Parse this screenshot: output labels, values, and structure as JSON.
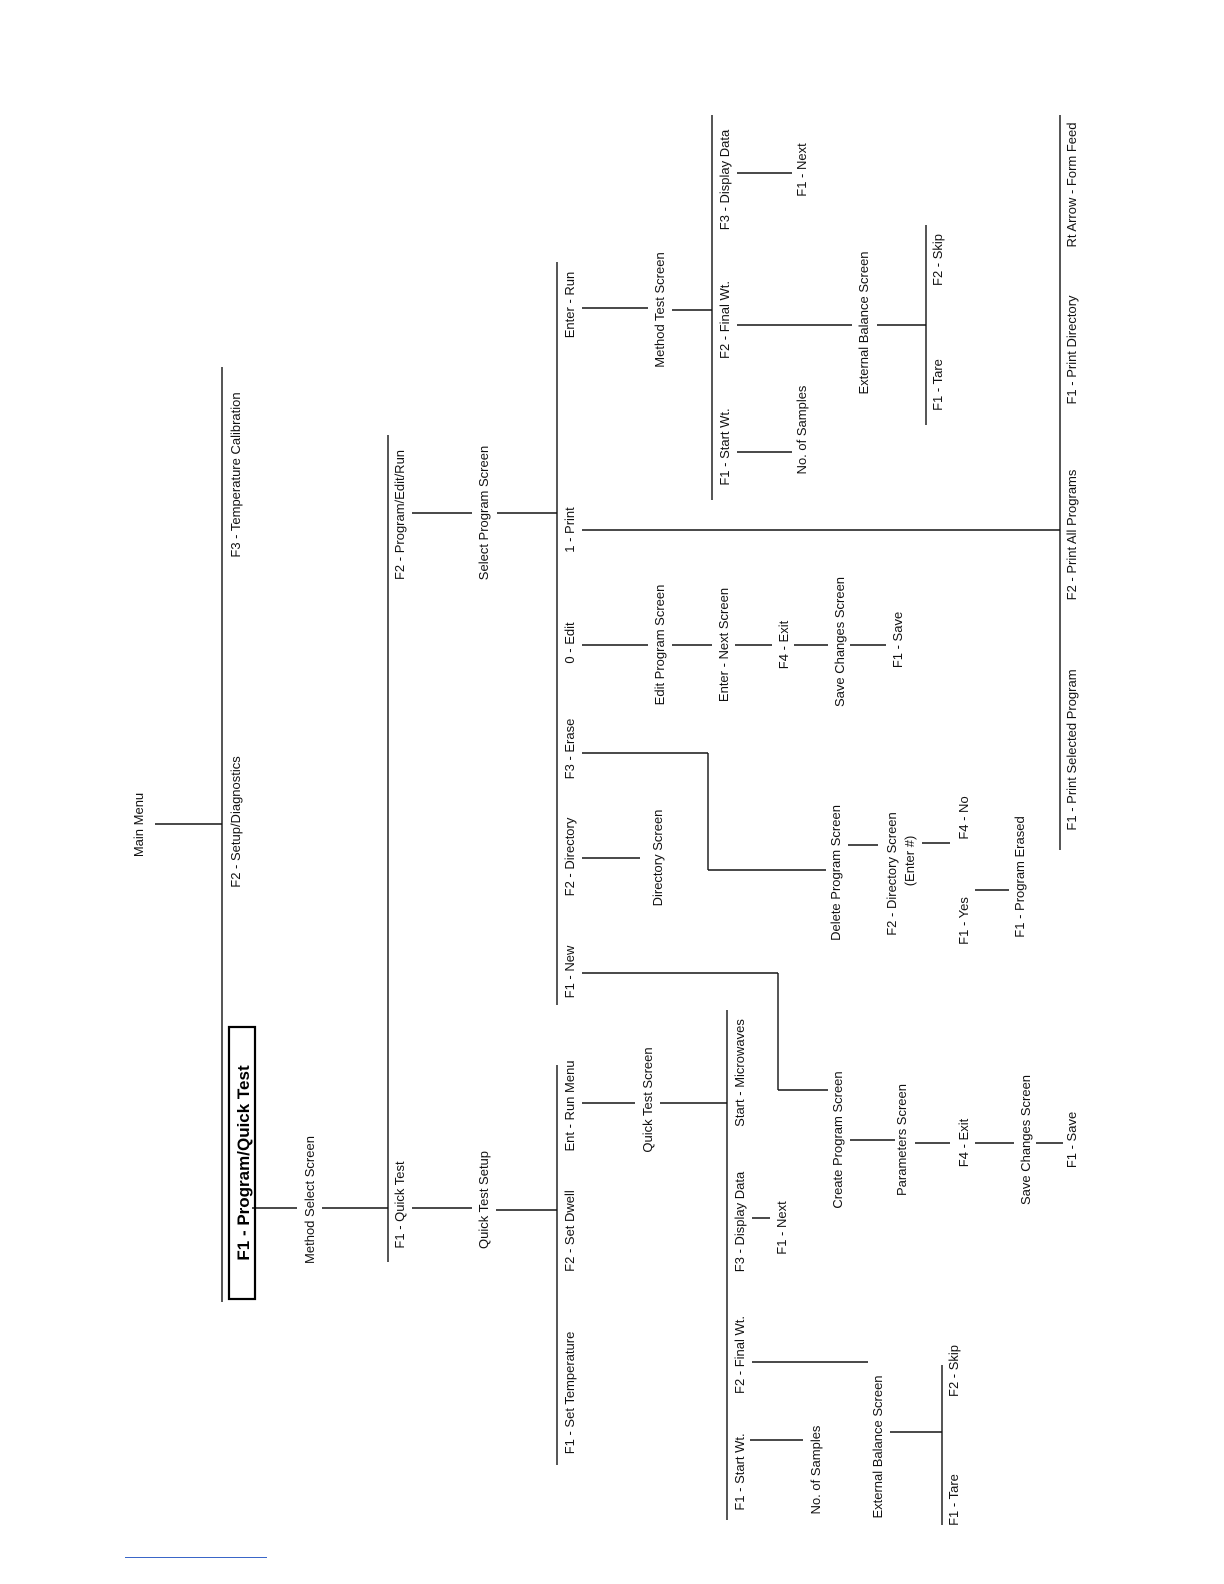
{
  "diagram": {
    "title": "F1 - Program/Quick Test",
    "main_menu": "Main Menu",
    "setup_diagnostics": "F2 - Setup/Diagnostics",
    "temp_calibration": "F3 - Temperature Calibration",
    "method_select": "Method Select Screen",
    "quick_test": "F1 - Quick Test",
    "program_edit_run": "F2 - Program/Edit/Run",
    "quick_test_setup": "Quick Test Setup",
    "select_program": "Select Program Screen",
    "qts": {
      "set_temperature": "F1 - Set Temperature",
      "set_dwell": "F2 - Set Dwell",
      "ent_run_menu": "Ent - Run Menu",
      "quick_test_screen": "Quick Test Screen",
      "start_wt": "F1 - Start Wt.",
      "final_wt": "F2 - Final Wt.",
      "display_data": "F3 - Display Data",
      "start_microwaves": "Start - Microwaves",
      "no_samples": "No. of Samples",
      "ext_balance": "External Balance Screen",
      "f1_next": "F1 - Next",
      "f1_tare": "F1 - Tare",
      "f2_skip": "F2 - Skip"
    },
    "sps": {
      "new": "F1 - New",
      "directory": "F2 - Directory",
      "erase": "F3 - Erase",
      "edit": "0 - Edit",
      "print": "1 - Print",
      "run": "Enter - Run",
      "create_program": "Create Program Screen",
      "parameters": "Parameters Screen",
      "f4_exit": "F4 - Exit",
      "save_changes": "Save Changes Screen",
      "f1_save": "F1 - Save",
      "directory_screen": "Directory Screen",
      "delete_program": "Delete Program Screen",
      "dir_enter_1": "F2 - Directory Screen",
      "dir_enter_2": "(Enter #)",
      "f1_yes": "F1 - Yes",
      "f4_no": "F4 - No",
      "program_erased": "F1 - Program Erased",
      "edit_program": "Edit Program Screen",
      "enter_next": "Enter - Next Screen",
      "edit_f4_exit": "F4 - Exit",
      "edit_save_changes": "Save Changes Screen",
      "edit_f1_save": "F1 - Save",
      "method_test": "Method Test Screen",
      "run_start_wt": "F1 - Start Wt.",
      "run_final_wt": "F2 - Final Wt.",
      "run_display_data": "F3 - Display Data",
      "run_no_samples": "No. of Samples",
      "run_ext_balance": "External Balance Screen",
      "run_f1_next": "F1 - Next",
      "run_f1_tare": "F1 - Tare",
      "run_f2_skip": "F2 - Skip",
      "print_selected": "F1 - Print Selected Program",
      "print_all": "F2 - Print All Programs",
      "print_directory": "F1 - Print Directory",
      "form_feed": "Rt Arrow - Form Feed"
    }
  }
}
